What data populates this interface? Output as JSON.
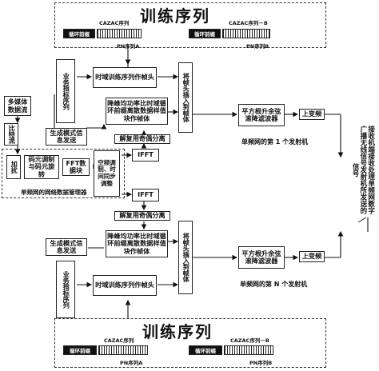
{
  "top_seq": {
    "title": "训练序列",
    "cazac_a": "CAZAC序列",
    "cazac_b": "CAZAC序列－B",
    "prefix_1": "循环前缀",
    "prefix_2": "循环前缀",
    "pn_a": "PN序列A",
    "pn_b": "PN序列B"
  },
  "bottom_seq": {
    "title": "训练序列",
    "cazac_a": "CAZAC序列",
    "cazac_b": "CAZAC序列－B",
    "prefix_1": "循环前缀",
    "prefix_2": "循环前缀",
    "pn_a": "PN序列A",
    "pn_b": "PN序列B"
  },
  "left": {
    "media_stream": "多媒体数据流",
    "bitstream": "比特流",
    "scramble": "加扰",
    "code_mod": "码元调制与码元旋转",
    "fft": "FFT数据块",
    "space_freq": "空频调制、时间同步调整",
    "network_mgr": "单频网的网络数据管理器"
  },
  "tx1": {
    "service_ind": "业务指标序列",
    "gen_mode": "生成模式信息发送",
    "time_train": "时域训练序列作帧头",
    "papr": "降峰均功率比时域循环前缀离散数据样值块作帧体",
    "insert": "将帧头插入到帧体",
    "filter": "平方根升余弦滚降滤波器",
    "upconv": "上变频",
    "caption": "单频网的第 1 个发射机"
  },
  "tx2": {
    "service_ind": "业务指标序列",
    "gen_mode": "生成模式信息发送",
    "time_train": "时域训练序列作帧头",
    "papr": "降峰均功率比时域循环前缀离散数据样值块作帧体",
    "insert": "将帧头插入到帧体",
    "filter": "平方根升余弦滚降滤波器",
    "upconv": "上变频",
    "caption": "单频网的第 N 个发射机"
  },
  "center": {
    "ifft_1": "IFFT",
    "ifft_2": "IFFT",
    "separate_1": "解复用奇偶分离",
    "separate_2": "解复用奇偶分离"
  },
  "right": {
    "receiver": "接收机端接收处理单频网数字广播无线信号发射机所发送的信号"
  }
}
